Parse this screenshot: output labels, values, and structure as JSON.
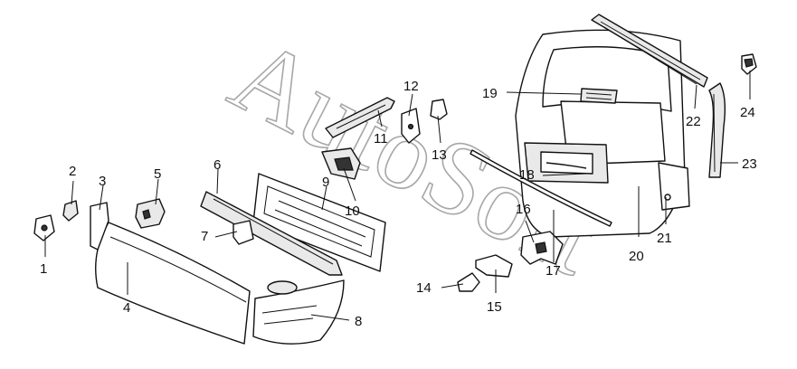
{
  "watermark": {
    "text": "AutoSoft",
    "color": "#8a8a8a"
  },
  "callouts": [
    "1",
    "2",
    "3",
    "4",
    "5",
    "6",
    "7",
    "8",
    "9",
    "10",
    "11",
    "12",
    "13",
    "14",
    "15",
    "16",
    "17",
    "18",
    "19",
    "20",
    "21",
    "22",
    "23",
    "24"
  ]
}
